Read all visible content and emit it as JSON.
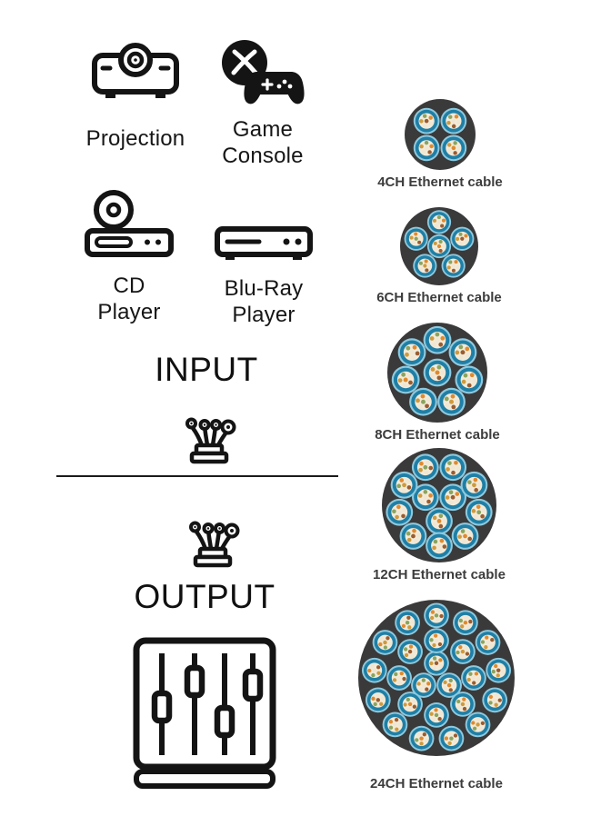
{
  "devices": [
    {
      "id": "projector",
      "label": "Projection"
    },
    {
      "id": "game-console",
      "label": "Game Console"
    },
    {
      "id": "cd-player",
      "label": "CD Player"
    },
    {
      "id": "bluray-player",
      "label": "Blu-Ray Player"
    }
  ],
  "sections": {
    "input_label": "INPUT",
    "output_label": "OUTPUT"
  },
  "icons": {
    "projector": "projector-icon",
    "game_console": "game-console-icon",
    "cd_player": "cd-player-icon",
    "bluray_player": "bluray-player-icon",
    "splitter": "cable-splitter-icon",
    "mixer": "audio-mixer-icon",
    "cable_cross_section": "cable-cross-section-icon"
  },
  "cables": [
    {
      "channels": 4,
      "label": "4CH Ethernet cable",
      "radius": 39
    },
    {
      "channels": 6,
      "label": "6CH Ethernet cable",
      "radius": 43
    },
    {
      "channels": 8,
      "label": "8CH Ethernet cable",
      "radius": 55
    },
    {
      "channels": 12,
      "label": "12CH Ethernet cable",
      "radius": 63
    },
    {
      "channels": 24,
      "label": "24CH Ethernet cable",
      "radius": 86
    }
  ],
  "colors": {
    "jacket": "#3a3a3a",
    "tube_outer": "#8ec9de",
    "tube_ring": "#1f7fa6",
    "tube_fill": "#f2ead8",
    "wire_palette": [
      "#e08a2e",
      "#f0e6d2",
      "#9b5c30",
      "#f0e6d2",
      "#cf9a3e",
      "#8aa45e"
    ],
    "label_text": "#3c3c3c",
    "icon": "#141414"
  }
}
